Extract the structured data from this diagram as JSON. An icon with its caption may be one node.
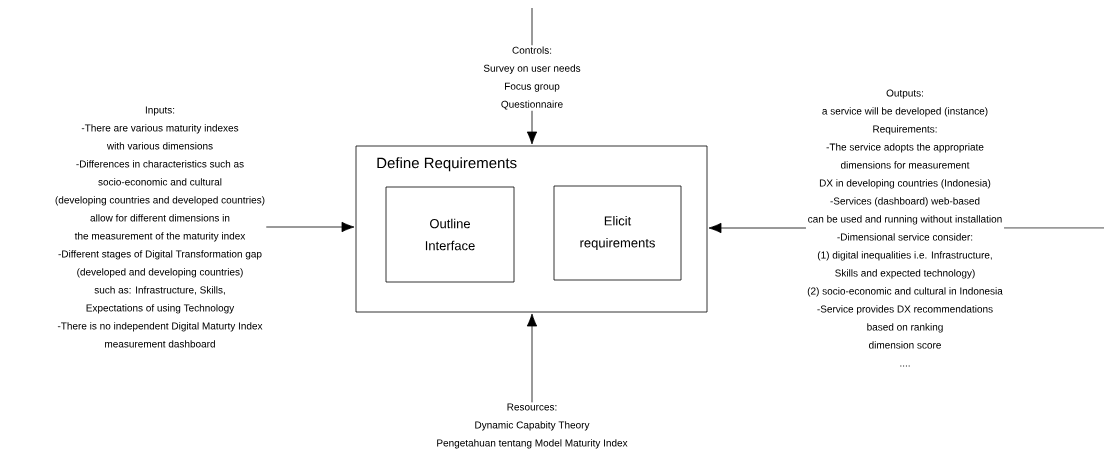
{
  "diagram": {
    "nodes": [
      {
        "text": [
          "Controls:",
          "Survey on user needs",
          "Focus group",
          "Questionnaire"
        ]
      },
      {
        "text": [
          "Inputs:",
          "-There are various maturity indexes",
          "with various dimensions",
          "-Differences in characteristics such as",
          "socio-economic and cultural",
          "(developing countries and developed countries)",
          "allow for different dimensions in",
          "the measurement of the maturity index",
          "-Different stages of Digital Transformation gap",
          "(developed and developing countries)",
          "such as: Infrastructure, Skills,",
          "Expectations of using Technology",
          "-There is no independent Digital Maturty Index",
          "measurement dashboard"
        ]
      },
      {
        "text": [
          "Define Requirements"
        ]
      },
      {
        "text": [
          "Outline Interface"
        ],
        "in": 2
      },
      {
        "text": [
          "Elicit requirements"
        ],
        "in": 2
      },
      {
        "text": [
          "Outputs:",
          "a service will be developed (instance)",
          "Requirements:",
          "-The service adopts the appropriate",
          "dimensions for measurement",
          "DX in developing countries (Indonesia)",
          "-Services (dashboard) web-based",
          "can be used and running without installation",
          "-Dimensional service consider:",
          "(1) digital inequalities i.e. Infrastructure,",
          "Skills and expected technology)",
          "(2) socio-economic and cultural in Indonesia",
          "-Service provides DX recommendations",
          "based on ranking",
          "dimension score",
          "...."
        ]
      },
      {
        "text": [
          "Resources:",
          "Dynamic Capabity Theory",
          "Pengetahuan tentang Model Maturity Index"
        ]
      }
    ],
    "edges": [
      {
        "from": null,
        "to": 0,
        "arrow": "none"
      },
      {
        "from": 0,
        "to": 2,
        "arrow": "to"
      },
      {
        "from": 1,
        "to": 2,
        "arrow": "to"
      },
      {
        "from": 5,
        "to": null,
        "arrow": "none"
      },
      {
        "from": 5,
        "to": 2,
        "arrow": "to"
      },
      {
        "from": 6,
        "to": 2,
        "arrow": "to"
      }
    ]
  }
}
